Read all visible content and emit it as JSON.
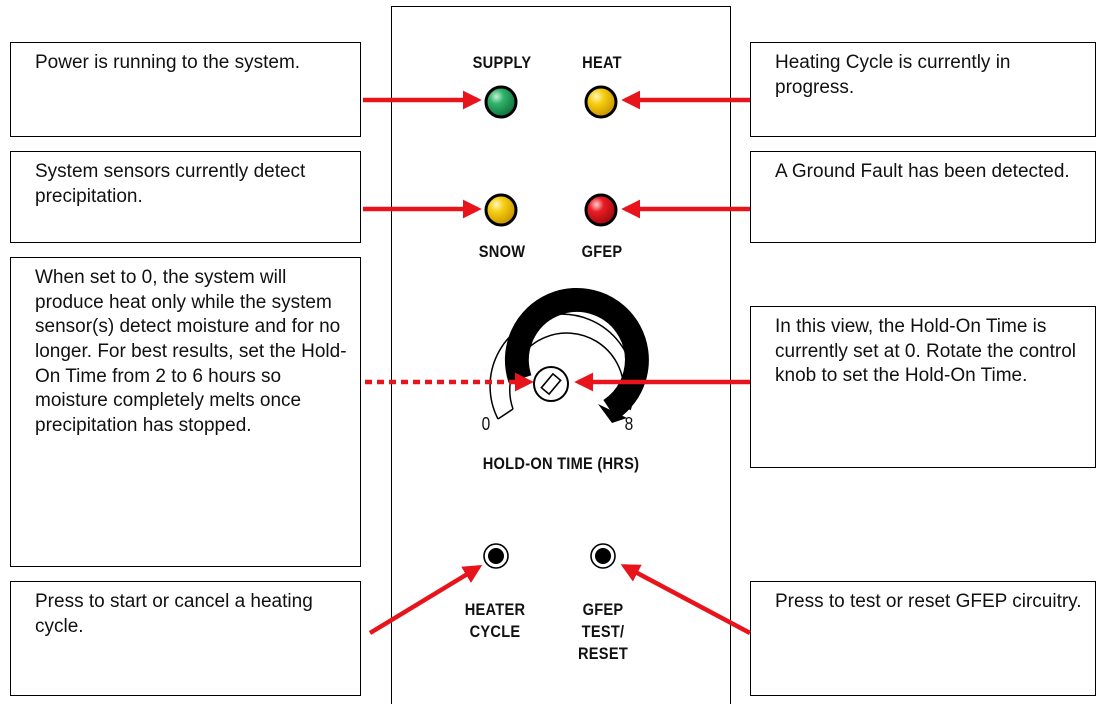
{
  "panel": {
    "leds": [
      {
        "label": "SUPPLY",
        "color": "#1e9e5a",
        "name": "supply"
      },
      {
        "label": "HEAT",
        "color": "#f2c200",
        "name": "heat"
      },
      {
        "label": "SNOW",
        "color": "#f2c200",
        "name": "snow"
      },
      {
        "label": "GFEP",
        "color": "#e3141c",
        "name": "gfep"
      }
    ],
    "dial": {
      "min_label": "0",
      "max_label": "8",
      "title": "HOLD-ON TIME (HRS)",
      "setting_hours": 0
    },
    "buttons": [
      {
        "label": "HEATER\nCYCLE",
        "name": "heater-cycle"
      },
      {
        "label": "GFEP\nTEST/\nRESET",
        "name": "gfep-test-reset"
      }
    ]
  },
  "callouts": {
    "supply": "Power is running to the system.",
    "heat": "Heating Cycle is currently in progress.",
    "snow": "System sensors currently detect precipitation.",
    "gfep": "A Ground Fault has been detected.",
    "hold_on_zero": "When set to 0, the system will produce heat only while the system sensor(s) detect moisture and for no longer.  For best results, set the Hold-On Time from 2 to 6 hours so moisture completely melts once precipitation has stopped.",
    "hold_on_current": "In this view, the Hold-On Time is currently set at 0.  Rotate the control knob to set the Hold-On Time.",
    "heater_cycle": "Press to start or cancel a heating cycle.",
    "gfep_test": "Press to test or reset GFEP circuitry."
  },
  "colors": {
    "arrow": "#e8141c",
    "green_led": "#1e9e5a",
    "yellow_led": "#f2c200",
    "red_led": "#e3141c"
  }
}
